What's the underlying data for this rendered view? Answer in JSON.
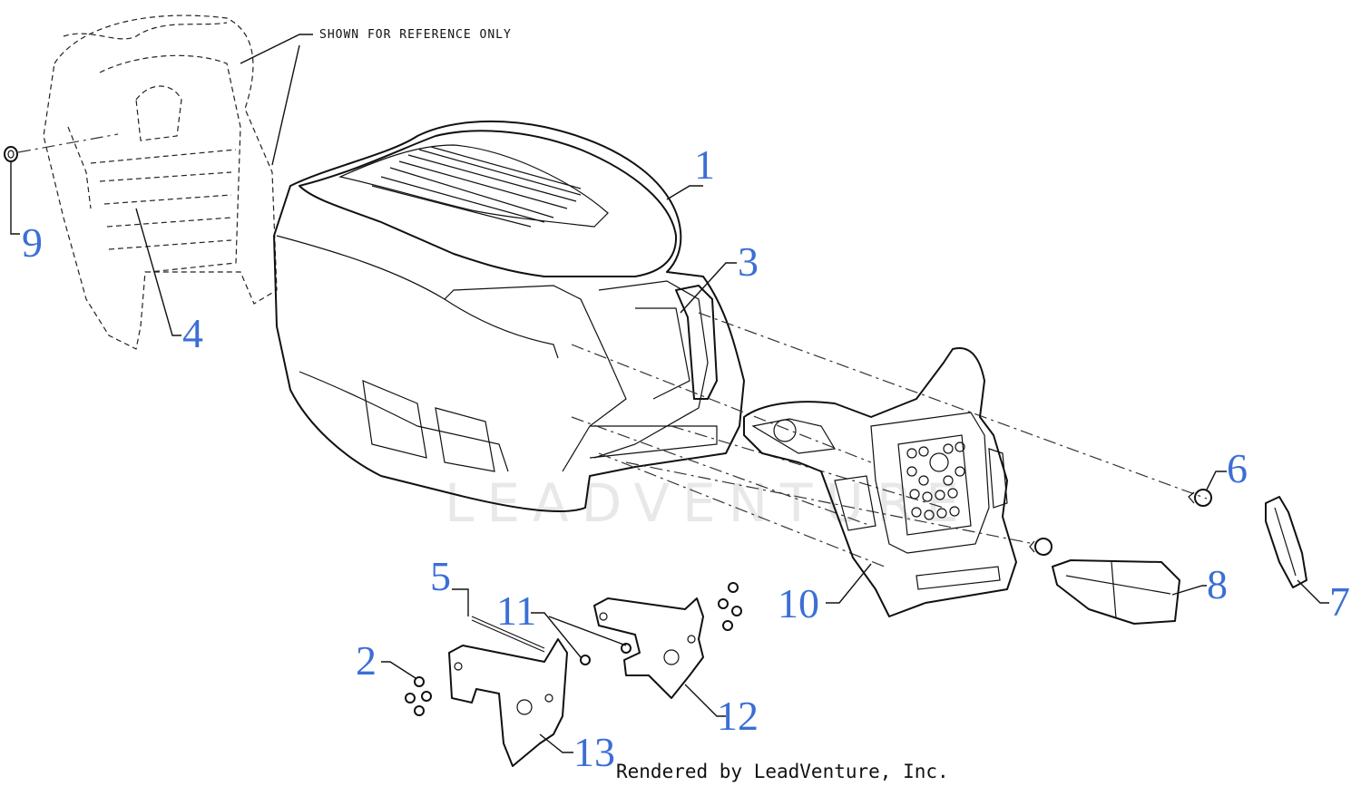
{
  "note": {
    "text": "SHOWN FOR REFERENCE ONLY"
  },
  "credit": {
    "text": "Rendered by LeadVenture, Inc."
  },
  "watermark": {
    "text": "LEADVENTURE"
  },
  "colors": {
    "callout": "#3b6fd4",
    "line": "#111111",
    "watermark": "#e8e8e8"
  },
  "callouts": [
    {
      "id": "1",
      "label": "1"
    },
    {
      "id": "2",
      "label": "2"
    },
    {
      "id": "3",
      "label": "3"
    },
    {
      "id": "4",
      "label": "4"
    },
    {
      "id": "5",
      "label": "5"
    },
    {
      "id": "6",
      "label": "6"
    },
    {
      "id": "7",
      "label": "7"
    },
    {
      "id": "8",
      "label": "8"
    },
    {
      "id": "9",
      "label": "9"
    },
    {
      "id": "10",
      "label": "10"
    },
    {
      "id": "11",
      "label": "11"
    },
    {
      "id": "12",
      "label": "12"
    },
    {
      "id": "13",
      "label": "13"
    }
  ]
}
